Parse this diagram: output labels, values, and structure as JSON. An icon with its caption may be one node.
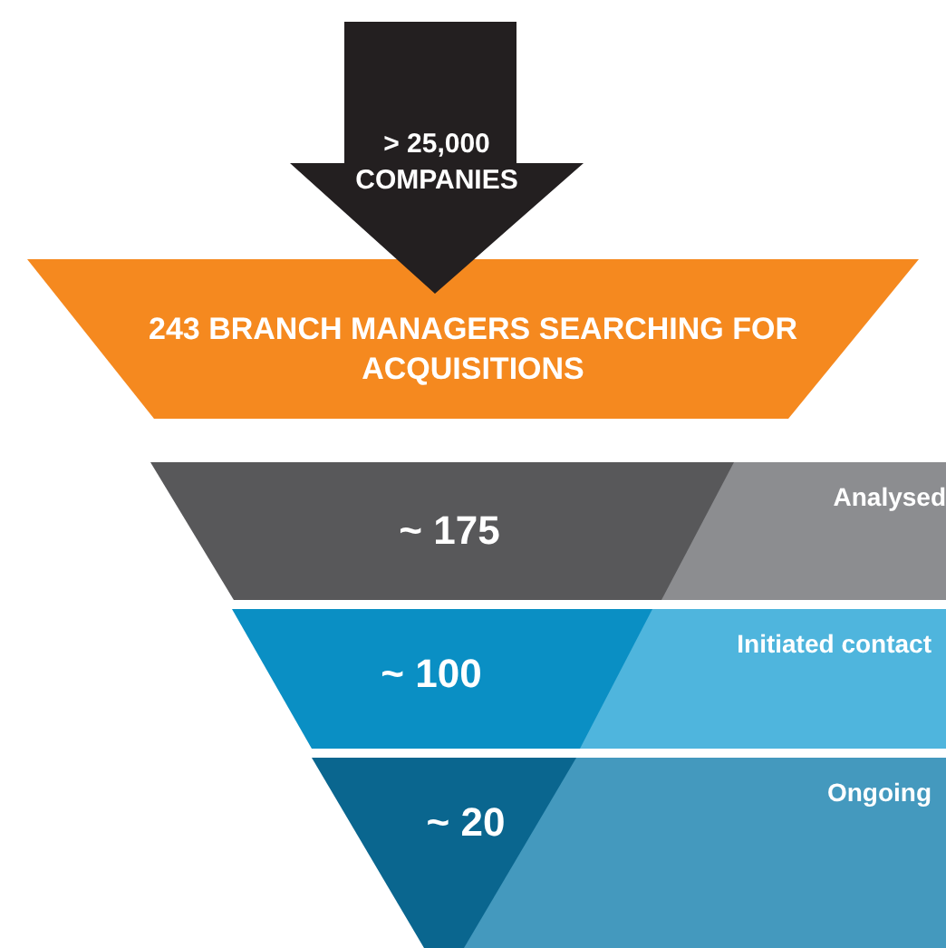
{
  "diagram": {
    "nodes": [
      {
        "text": [
          "> 25,000 COMPANIES"
        ]
      },
      {
        "text": [
          "243 BRANCH MANAGERS SEARCHING FOR ACQUISITIONS"
        ]
      },
      {
        "text": [
          "~ 175",
          "Analysed"
        ]
      },
      {
        "text": [
          "~ 100",
          "Initiated contact"
        ]
      },
      {
        "text": [
          "~ 20",
          "Ongoing"
        ]
      }
    ]
  }
}
